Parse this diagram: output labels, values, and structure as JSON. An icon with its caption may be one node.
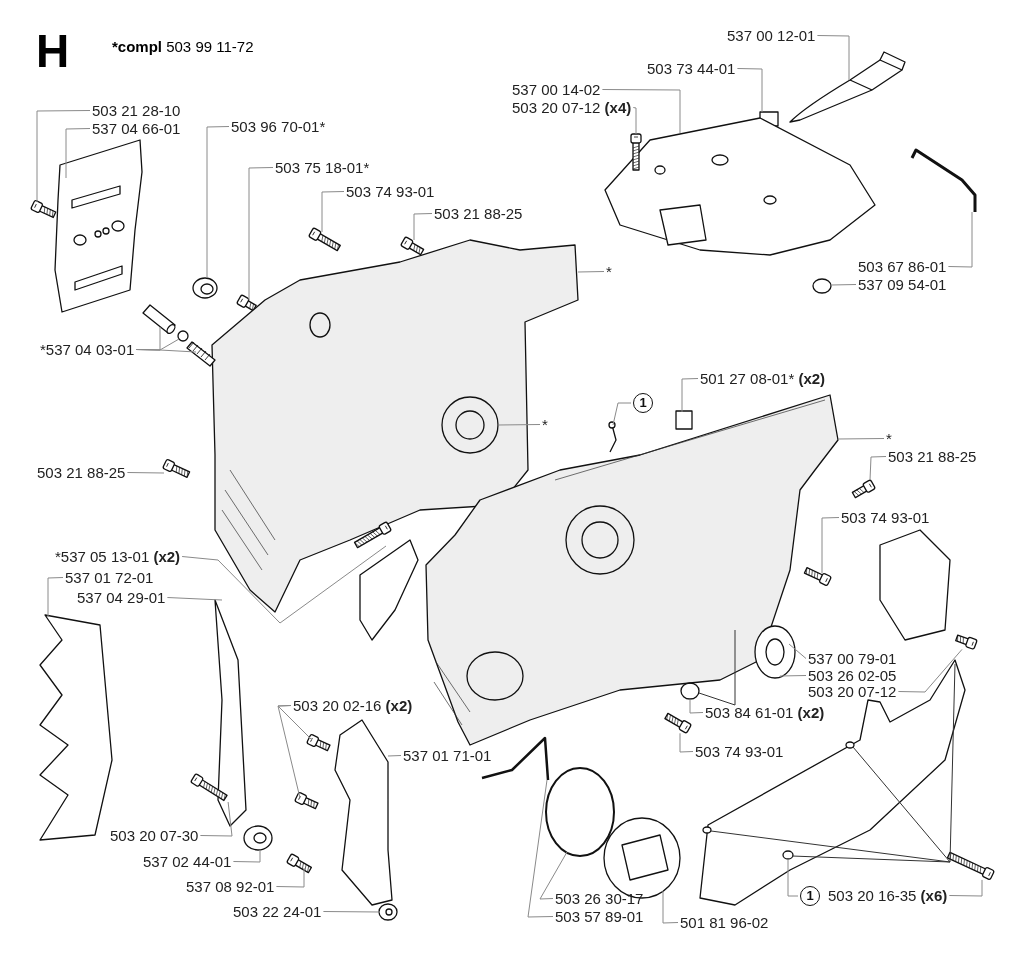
{
  "diagram": {
    "title": "H",
    "nodes": [
      {
        "text": [
          "503 21 28-10"
        ]
      },
      {
        "text": [
          "537 04 66-01"
        ]
      },
      {
        "text": [
          "503 96 70-01*"
        ]
      },
      {
        "text": [
          "503 75 18-01*"
        ]
      },
      {
        "text": [
          "503 74 93-01"
        ]
      },
      {
        "text": [
          "503 21 88-25"
        ]
      },
      {
        "text": [
          "537 00 12-01"
        ]
      },
      {
        "text": [
          "503 73 44-01"
        ]
      },
      {
        "text": [
          "537 00 14-02"
        ]
      },
      {
        "text": [
          "503 20 07-12 **(x4)**"
        ]
      },
      {
        "text": [
          "503 67 86-01"
        ]
      },
      {
        "text": [
          "537 09 54-01"
        ]
      },
      {
        "text": [
          "*"
        ]
      },
      {
        "text": [
          "*537 04 03-01"
        ]
      },
      {
        "text": [
          "*"
        ]
      },
      {
        "text": [
          "501 27 08-01* **(x2)**"
        ]
      },
      {
        "text": [
          "1"
        ]
      },
      {
        "text": [
          "*"
        ]
      },
      {
        "text": [
          "503 21 88-25"
        ]
      },
      {
        "text": [
          "503 21 88-25"
        ]
      },
      {
        "text": [
          "503 74 93-01"
        ]
      },
      {
        "text": [
          "*537 05 13-01 **(x2)**"
        ]
      },
      {
        "text": [
          "537 01 72-01"
        ]
      },
      {
        "text": [
          "537 04 29-01"
        ]
      },
      {
        "text": [
          "503 20 02-16 **(x2)**"
        ]
      },
      {
        "text": [
          "537 01 71-01"
        ]
      },
      {
        "text": [
          "503 20 07-30"
        ]
      },
      {
        "text": [
          "537 02 44-01"
        ]
      },
      {
        "text": [
          "537 08 92-01"
        ]
      },
      {
        "text": [
          "503 22 24-01"
        ]
      },
      {
        "text": [
          "537 00 79-01"
        ]
      },
      {
        "text": [
          "503 26 02-05"
        ]
      },
      {
        "text": [
          "503 20 07-12"
        ]
      },
      {
        "text": [
          "503 84 61-01 **(x2)**"
        ]
      },
      {
        "text": [
          "503 74 93-01"
        ]
      },
      {
        "text": [
          "503 26 30-17"
        ]
      },
      {
        "text": [
          "503 57 89-01"
        ]
      },
      {
        "text": [
          "501 81 96-02"
        ]
      },
      {
        "text": [
          "1"
        ]
      },
      {
        "text": [
          "503 20 16-35 **(x6)**"
        ]
      },
      {
        "text": [],
        "shape": "picture"
      },
      {
        "text": [],
        "shape": "picture"
      },
      {
        "text": [],
        "shape": "picture"
      },
      {
        "text": [],
        "shape": "picture"
      },
      {
        "text": [],
        "shape": "picture"
      },
      {
        "text": [],
        "shape": "picture"
      },
      {
        "text": [],
        "shape": "picture"
      },
      {
        "text": [],
        "shape": "box"
      },
      {
        "text": [],
        "shape": "picture"
      },
      {
        "text": [],
        "shape": "picture"
      },
      {
        "text": [],
        "shape": "picture"
      },
      {
        "text": [],
        "shape": "circle"
      },
      {
        "text": [],
        "shape": "picture"
      },
      {
        "text": [],
        "shape": "picture"
      },
      {
        "text": [],
        "shape": "circle"
      },
      {
        "text": [],
        "shape": "picture"
      },
      {
        "text": [],
        "shape": "picture",
        "in": 52
      },
      {
        "text": [],
        "shape": "box"
      },
      {
        "text": [],
        "shape": "picture"
      },
      {
        "text": [],
        "shape": "picture"
      },
      {
        "text": [],
        "shape": "picture"
      },
      {
        "text": [],
        "shape": "picture"
      },
      {
        "text": [],
        "shape": "picture"
      },
      {
        "text": [],
        "shape": "picture"
      },
      {
        "text": [],
        "shape": "picture"
      },
      {
        "text": [],
        "shape": "picture"
      },
      {
        "text": [],
        "shape": "picture"
      },
      {
        "text": [],
        "shape": "picture"
      },
      {
        "text": [],
        "shape": "picture"
      },
      {
        "text": [],
        "shape": "picture"
      },
      {
        "text": [],
        "shape": "picture"
      },
      {
        "text": [],
        "shape": "picture"
      },
      {
        "text": [],
        "shape": "picture"
      },
      {
        "text": [],
        "shape": "picture"
      },
      {
        "text": [],
        "shape": "picture"
      },
      {
        "text": [],
        "shape": "circle"
      },
      {
        "text": [],
        "shape": "picture"
      },
      {
        "text": [],
        "shape": "circle"
      },
      {
        "text": [],
        "shape": "picture"
      },
      {
        "text": [],
        "shape": "picture"
      },
      {
        "text": [],
        "shape": "picture"
      },
      {
        "text": [],
        "shape": "picture"
      }
    ],
    "edges": [
      {
        "from": 0,
        "to": 40,
        "arrow": "none"
      },
      {
        "from": 1,
        "to": 41,
        "arrow": "none"
      },
      {
        "from": 2,
        "to": 42,
        "arrow": "none"
      },
      {
        "from": 3,
        "to": 43,
        "arrow": "none"
      },
      {
        "from": 4,
        "to": 44,
        "arrow": "none"
      },
      {
        "from": 5,
        "to": 45,
        "arrow": "none"
      },
      {
        "from": 6,
        "to": 46,
        "arrow": "none"
      },
      {
        "from": 7,
        "to": 47,
        "arrow": "none"
      },
      {
        "from": 8,
        "to": 48,
        "arrow": "none"
      },
      {
        "from": 9,
        "to": 49,
        "arrow": "none"
      },
      {
        "from": 10,
        "to": 50,
        "arrow": "none"
      },
      {
        "from": 11,
        "to": 51,
        "arrow": "none"
      },
      {
        "from": 12,
        "to": 52,
        "arrow": "none"
      },
      {
        "from": 13,
        "to": 53,
        "arrow": "none"
      },
      {
        "from": 13,
        "to": 54,
        "arrow": "none"
      },
      {
        "from": 13,
        "to": 55,
        "arrow": "none"
      },
      {
        "from": 14,
        "to": 56,
        "arrow": "none"
      },
      {
        "from": 15,
        "to": 57,
        "arrow": "none"
      },
      {
        "from": 16,
        "to": 58,
        "arrow": "none"
      },
      {
        "from": 17,
        "to": 59,
        "arrow": "none"
      },
      {
        "from": 18,
        "to": 60,
        "arrow": "none"
      },
      {
        "from": 19,
        "to": 61,
        "arrow": "none"
      },
      {
        "from": 20,
        "to": 62,
        "arrow": "none"
      },
      {
        "from": 21,
        "to": 63,
        "arrow": "none"
      },
      {
        "from": 22,
        "to": 64,
        "arrow": "none"
      },
      {
        "from": 23,
        "to": 65,
        "arrow": "none"
      },
      {
        "from": 24,
        "to": 66,
        "arrow": "none"
      },
      {
        "from": 24,
        "to": 67,
        "arrow": "none"
      },
      {
        "from": 25,
        "to": 68,
        "arrow": "none"
      },
      {
        "from": 26,
        "to": 69,
        "arrow": "none"
      },
      {
        "from": 27,
        "to": 70,
        "arrow": "none"
      },
      {
        "from": 28,
        "to": 71,
        "arrow": "none"
      },
      {
        "from": 29,
        "to": 72,
        "arrow": "none"
      },
      {
        "from": 30,
        "to": 73,
        "arrow": "none"
      },
      {
        "from": 31,
        "to": 73,
        "arrow": "none"
      },
      {
        "from": 32,
        "to": 74,
        "arrow": "none"
      },
      {
        "from": 33,
        "to": 75,
        "arrow": "none"
      },
      {
        "from": 34,
        "to": 76,
        "arrow": "none"
      },
      {
        "from": 35,
        "to": 77,
        "arrow": "none"
      },
      {
        "from": 36,
        "to": 78,
        "arrow": "none"
      },
      {
        "from": 37,
        "to": 79,
        "arrow": "none"
      },
      {
        "from": 38,
        "to": 80,
        "arrow": "none"
      },
      {
        "from": 39,
        "to": 81,
        "arrow": "none"
      },
      {
        "from": 81,
        "to": 80,
        "arrow": "none",
        "color": "#333333"
      },
      {
        "from": 81,
        "to": 80,
        "arrow": "none",
        "color": "#333333"
      },
      {
        "from": 81,
        "to": 80,
        "arrow": "none",
        "color": "#333333"
      },
      {
        "from": 81,
        "to": 80,
        "arrow": "none",
        "color": "#333333"
      },
      {
        "from": 75,
        "to": 59,
        "arrow": "none",
        "color": "#333333"
      }
    ],
    "labels": [
      "***compl** 503 99 11-72"
    ]
  }
}
